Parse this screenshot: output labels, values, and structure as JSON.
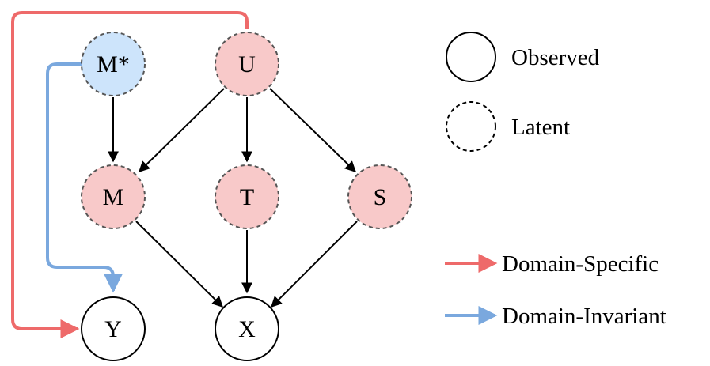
{
  "colors": {
    "latent_red_fill": "#f8c9c9",
    "latent_blue_fill": "#cde4fb",
    "red_path": "#ee6a6a",
    "blue_path": "#7aa8de",
    "edge": "#000000",
    "latent_stroke": "#555555"
  },
  "nodes": {
    "mstar": {
      "label": "M*"
    },
    "u": {
      "label": "U"
    },
    "m": {
      "label": "M"
    },
    "t": {
      "label": "T"
    },
    "s": {
      "label": "S"
    },
    "y": {
      "label": "Y"
    },
    "x": {
      "label": "X"
    }
  },
  "legend": {
    "observed": "Observed",
    "latent": "Latent",
    "domain_specific": "Domain-Specific",
    "domain_invariant": "Domain-Invariant"
  }
}
